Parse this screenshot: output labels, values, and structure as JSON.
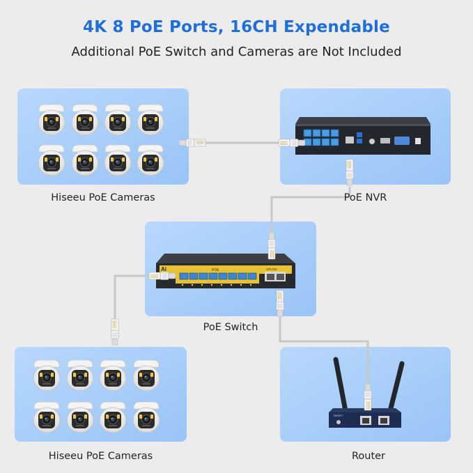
{
  "header": {
    "title": "4K 8 PoE Ports, 16CH Expendable",
    "subtitle": "Additional PoE Switch and Cameras are Not Included"
  },
  "nodes": {
    "cameras_top": {
      "label": "Hiseeu PoE Cameras",
      "camera_count": 8
    },
    "nvr": {
      "label": "PoE NVR"
    },
    "switch": {
      "label": "PoE Switch",
      "badge": "Ai",
      "poe_text": "POE",
      "uplink_text": "UPLINK"
    },
    "cameras_bottom": {
      "label": "Hiseeu PoE Cameras",
      "camera_count": 8
    },
    "router": {
      "label": "Router",
      "reset_text": "RESET"
    }
  },
  "colors": {
    "title": "#1f6fd6",
    "panel_gradient_start": "#b3d4fb",
    "panel_gradient_end": "#9cc6f7",
    "cable": "#c8c8c8"
  }
}
